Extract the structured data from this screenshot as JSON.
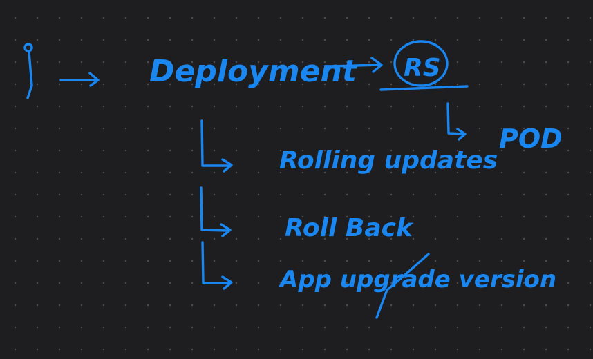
{
  "diagram": {
    "root": "Deployment",
    "child": "RS",
    "grandchild": "POD",
    "features": [
      "Rolling updates",
      "Roll Back",
      "App upgrade version"
    ],
    "ink_color": "#1a86f0",
    "background": "#1e1e20"
  }
}
